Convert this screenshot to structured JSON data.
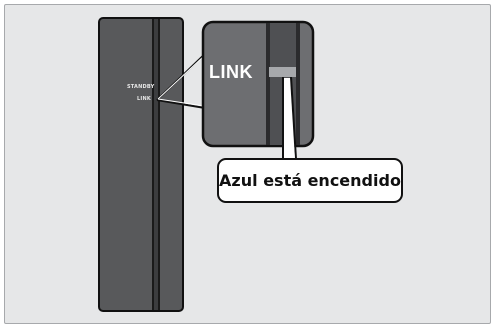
{
  "device": {
    "standby_label": "STANDBY",
    "link_label": "LINK"
  },
  "zoom": {
    "link_label": "LINK"
  },
  "callout": {
    "text": "Azul está encendido"
  },
  "colors": {
    "panel_bg": "#e6e7e8",
    "device_body": "#58595b",
    "zoom_bg": "#6d6e71",
    "led": "#a7a9ac",
    "outline": "#111111"
  }
}
